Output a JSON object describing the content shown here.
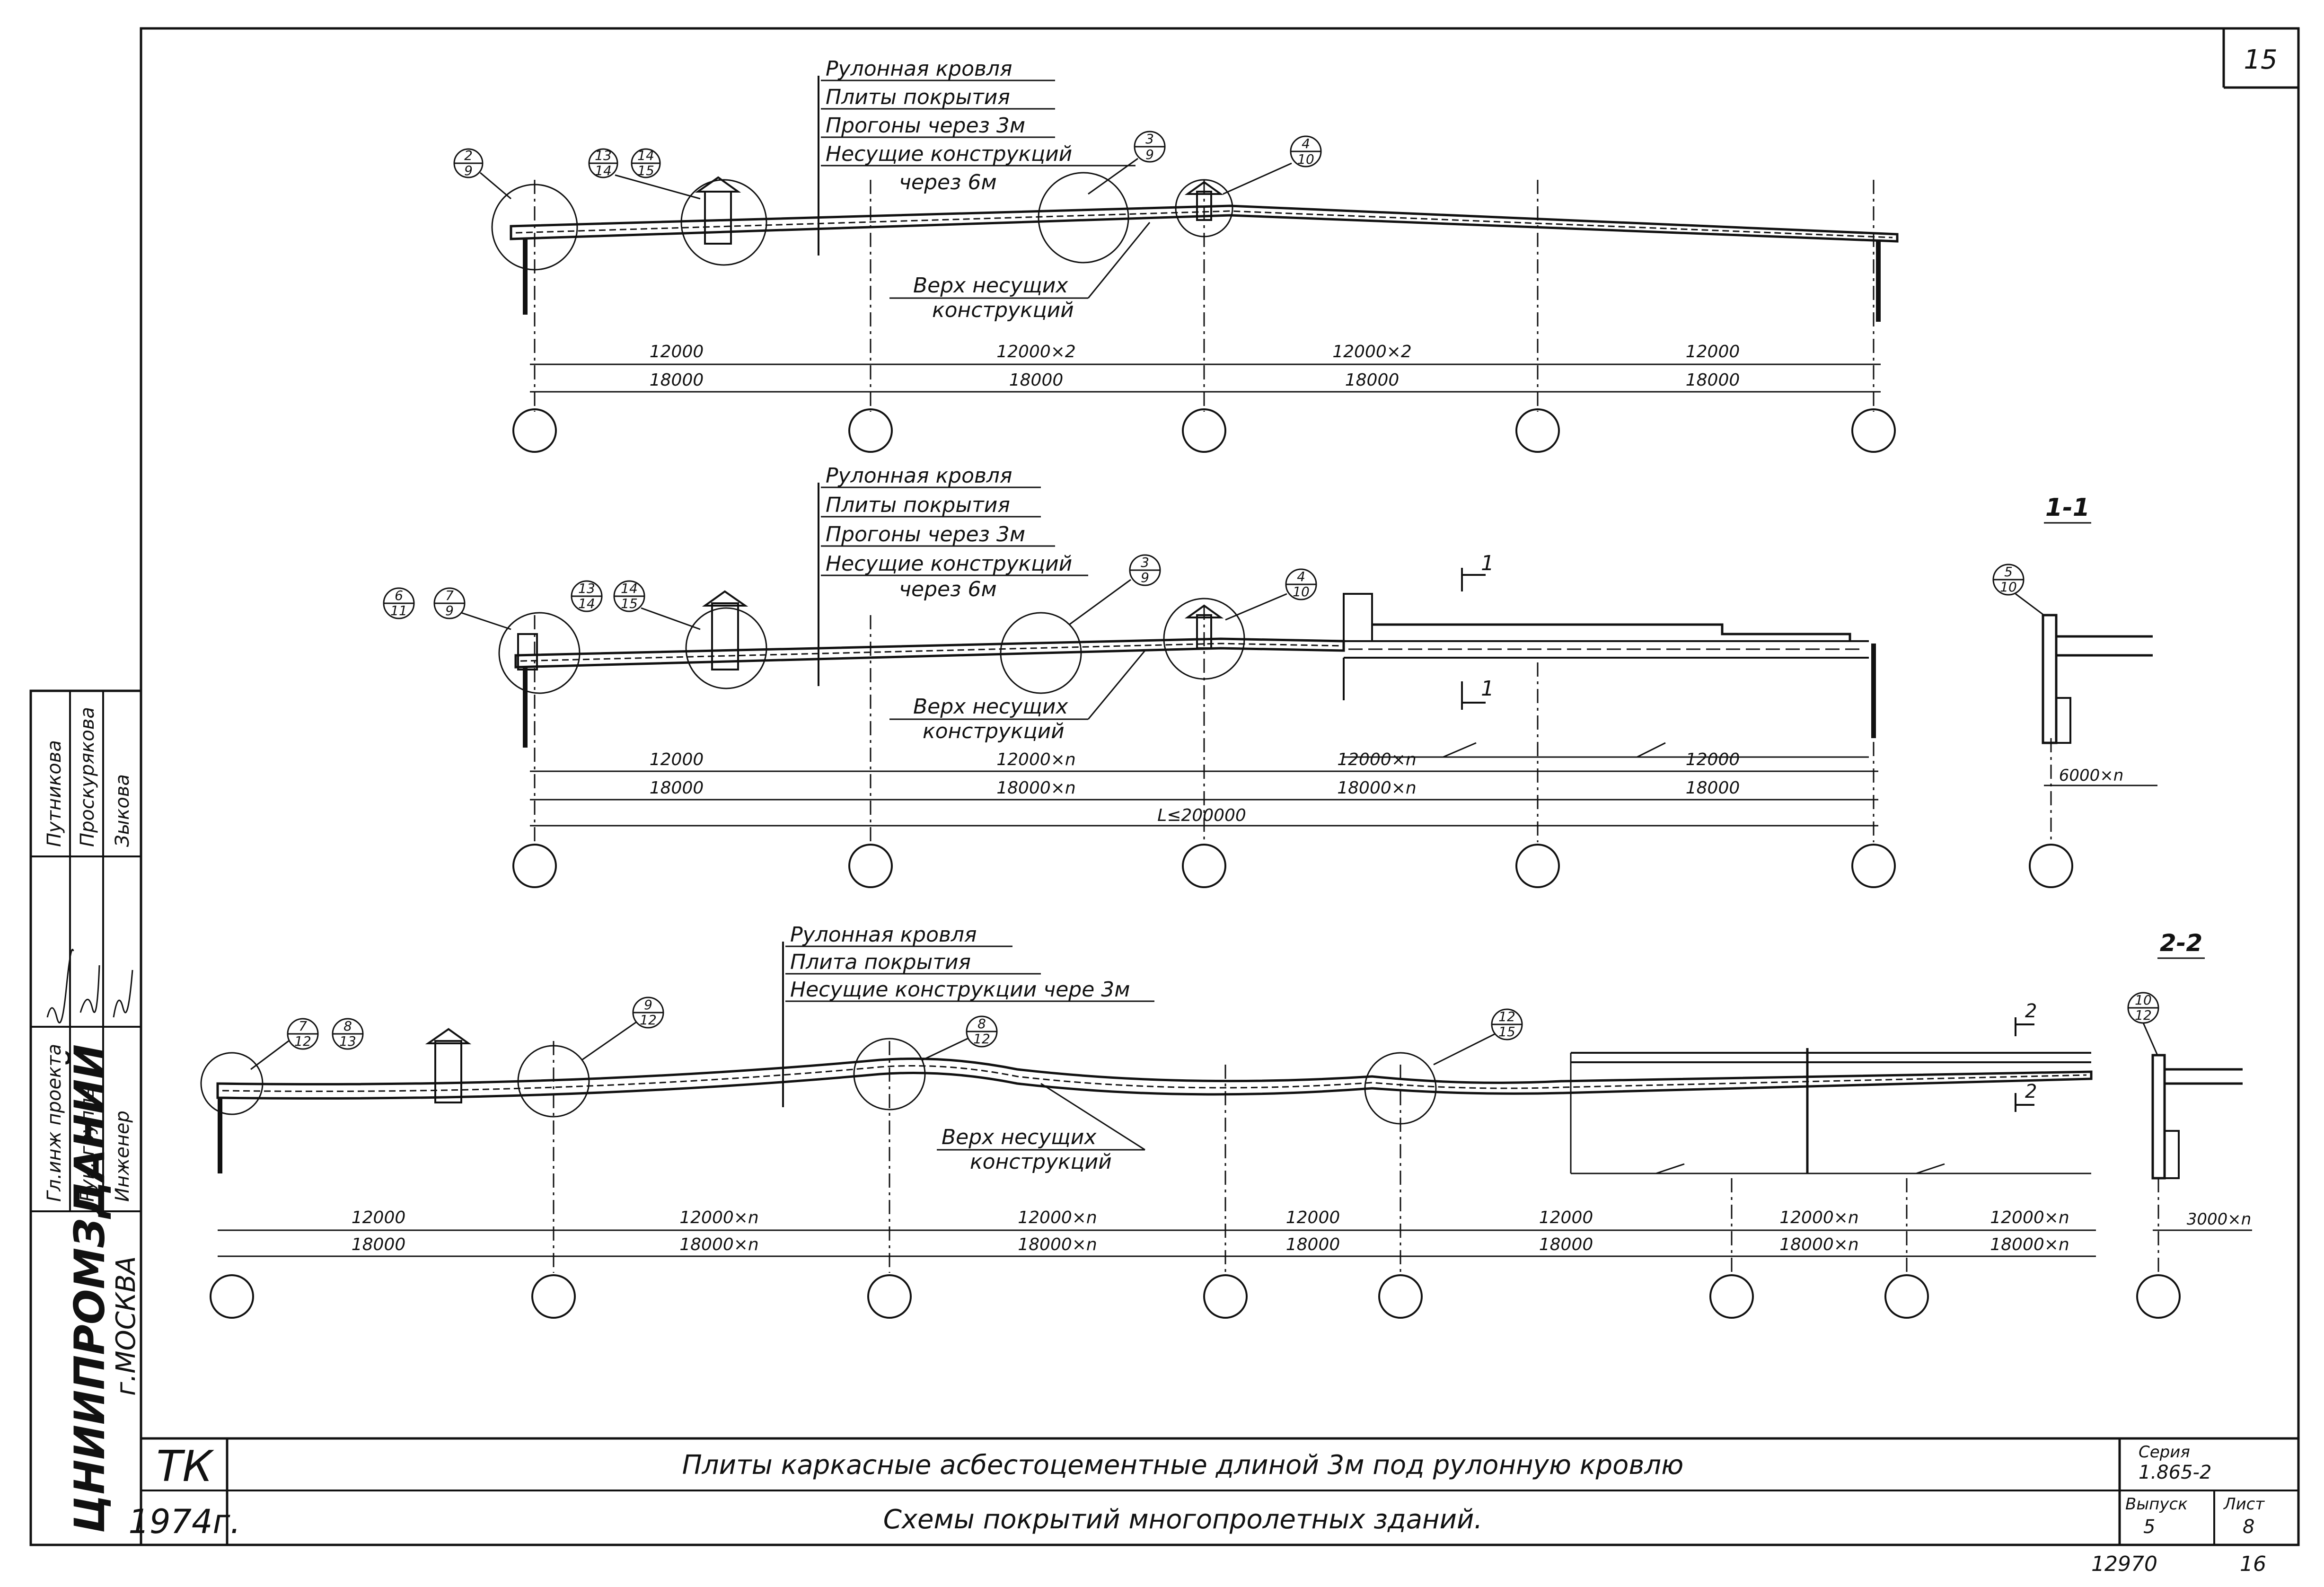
{
  "sheet": {
    "number_top": "15",
    "bottom_left_number": "12970",
    "bottom_right_number": "16"
  },
  "side_stamp": {
    "org": "ЦНИИПРОМЗДАНИЙ",
    "city": "г.МОСКВА",
    "roles": [
      "Гл.инж проекта",
      "Рук. группы",
      "Инженер"
    ],
    "names": [
      "Путникова",
      "Проскурякова",
      "Зыкова"
    ]
  },
  "title_block": {
    "code": "ТК",
    "year": "1974г.",
    "title": "Плиты каркасные асбестоцементные длиной 3м под рулонную кровлю",
    "subtitle": "Схемы покрытий многопролетных зданий.",
    "series_label": "Серия",
    "series_value": "1.865-2",
    "issue_label": "Выпуск",
    "issue_value": "5",
    "sheet_label": "Лист",
    "sheet_value": "8"
  },
  "diagram1": {
    "legend": [
      "Рулонная кровля",
      "Плиты покрытия",
      "Прогоны через 3м",
      "Несущие конструкций",
      "через 6м"
    ],
    "bottom_label": [
      "Верх несущих",
      "конструкций"
    ],
    "callouts": [
      [
        "2",
        "9"
      ],
      [
        "13",
        "14"
      ],
      [
        "14",
        "15"
      ],
      [
        "3",
        "9"
      ],
      [
        "4",
        "10"
      ]
    ],
    "dims_top": [
      "12000",
      "12000×2",
      "12000×2",
      "12000"
    ],
    "dims_bottom": [
      "18000",
      "18000",
      "18000",
      "18000"
    ]
  },
  "diagram2": {
    "legend": [
      "Рулонная кровля",
      "Плиты покрытия",
      "Прогоны через 3м",
      "Несущие конструкций",
      "через 6м"
    ],
    "bottom_label": [
      "Верх несущих",
      "конструкций"
    ],
    "callouts": [
      [
        "6",
        "11"
      ],
      [
        "7",
        "9"
      ],
      [
        "13",
        "14"
      ],
      [
        "14",
        "15"
      ],
      [
        "3",
        "9"
      ],
      [
        "4",
        "10"
      ],
      [
        "5",
        "10"
      ]
    ],
    "dims_top": [
      "12000",
      "12000×n",
      "12000×n",
      "12000"
    ],
    "dims_bottom": [
      "18000",
      "18000×n",
      "18000×n",
      "18000"
    ],
    "total": "L≤200000",
    "section_mark": "1",
    "section_title": "1-1",
    "section_dim": "6000×n"
  },
  "diagram3": {
    "legend": [
      "Рулонная кровля",
      "Плита покрытия",
      "Несущие конструкции чере 3м"
    ],
    "bottom_label": [
      "Верх несущих",
      "конструкций"
    ],
    "callouts": [
      [
        "7",
        "12"
      ],
      [
        "8",
        "13"
      ],
      [
        "9",
        "12"
      ],
      [
        "8",
        "12"
      ],
      [
        "12",
        "15"
      ],
      [
        "10",
        "12"
      ]
    ],
    "dims_top": [
      "12000",
      "12000×n",
      "12000×n",
      "12000",
      "12000",
      "12000×n",
      "12000×n"
    ],
    "dims_bottom": [
      "18000",
      "18000×n",
      "18000×n",
      "18000",
      "18000",
      "18000×n",
      "18000×n"
    ],
    "section_mark": "2",
    "section_title": "2-2",
    "section_dim": "3000×n"
  }
}
